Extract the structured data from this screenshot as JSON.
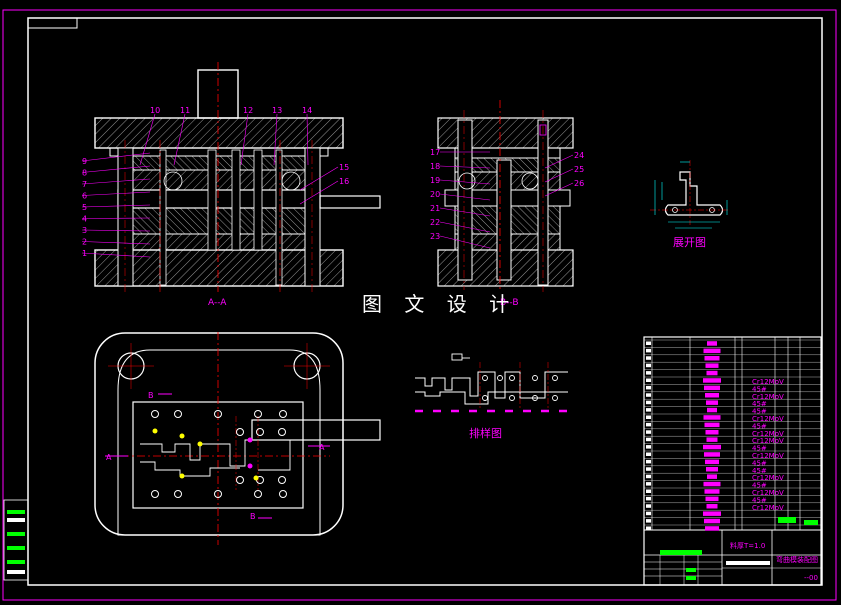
{
  "colors": {
    "background": "#000000",
    "line": "#ffffff",
    "dim": "#ff00ff",
    "center": "#ff0000",
    "accent": "#ffff00",
    "green": "#00ff00",
    "cyan": "#00ffff"
  },
  "labels": {
    "watermark": "图 文 设 计",
    "section_aa": "A--A",
    "section_bb": "B--B",
    "layout_caption": "排样图",
    "unfold_caption": "展开图",
    "material_note": "料厚T=1.0",
    "drawing_title": "弯曲模装配图",
    "drawing_no": "--00",
    "arrow_a": "A",
    "arrow_b": "B"
  },
  "part_numbers_left": [
    "9",
    "8",
    "7",
    "6",
    "5",
    "4",
    "3",
    "2",
    "1"
  ],
  "part_numbers_top": [
    "10",
    "11",
    "12",
    "13",
    "14"
  ],
  "part_numbers_right_aa": [
    "15",
    "16"
  ],
  "part_numbers_bb_left": [
    "17",
    "18",
    "19",
    "20",
    "21",
    "22",
    "23"
  ],
  "part_numbers_bb_right": [
    "24",
    "25",
    "26"
  ],
  "bom_materials": [
    "Cr12MoV",
    "45#",
    "Cr12MoV",
    "45#",
    "45#",
    "Cr12MoV",
    "45#",
    "Cr12MoV",
    "Cr12MoV",
    "45#",
    "Cr12MoV",
    "45#",
    "45#",
    "Cr12MoV",
    "45#",
    "Cr12MoV",
    "45#",
    "Cr12MoV"
  ]
}
